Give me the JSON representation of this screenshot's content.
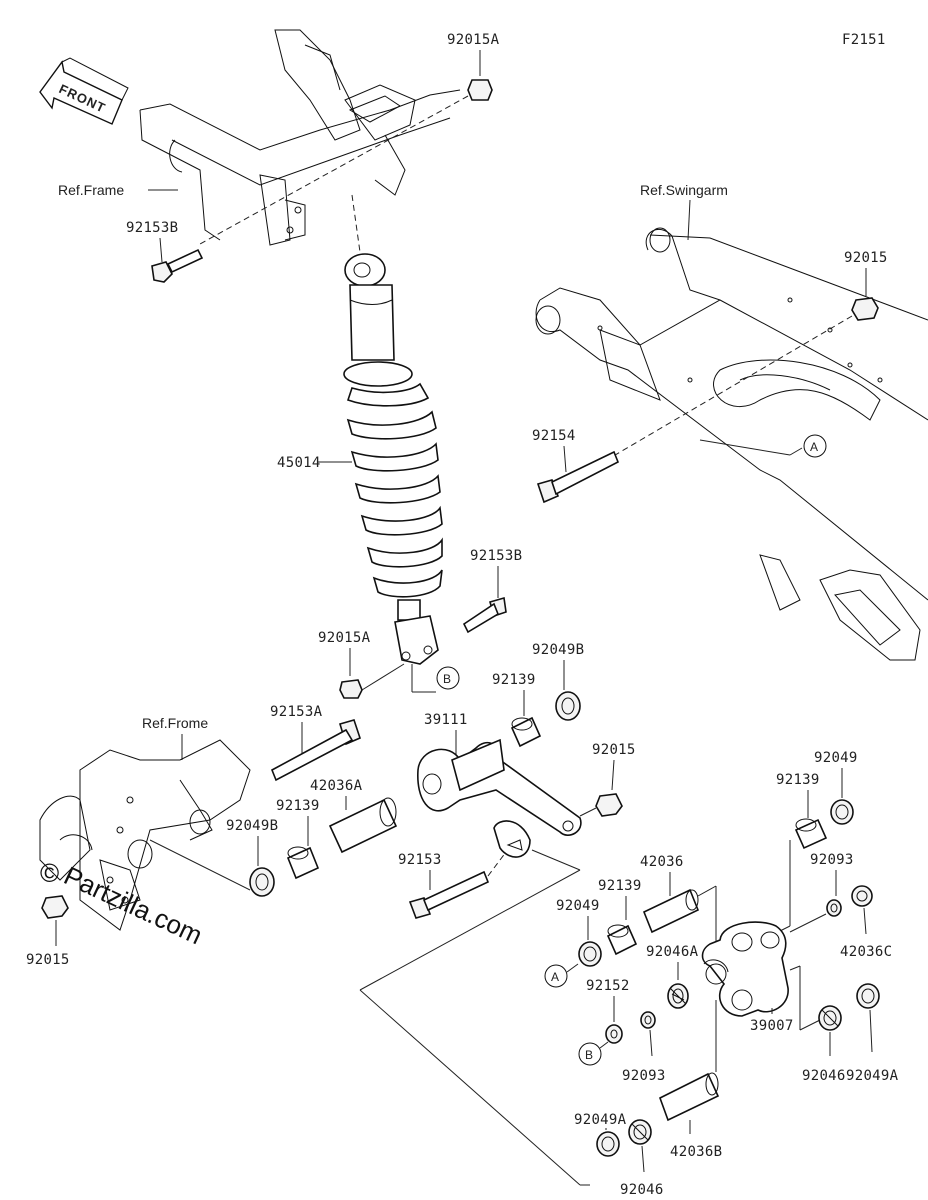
{
  "figure_code": "F2151",
  "front_label": "FRONT",
  "refs": {
    "frame_top": "Ref.Frame",
    "frame_bottom": "Ref.Frome",
    "swingarm": "Ref.Swingarm"
  },
  "watermark": {
    "copyright_symbol": "©",
    "text": "Partzilla.com"
  },
  "markers": [
    "A",
    "B"
  ],
  "parts": {
    "p_92015A_top": "92015A",
    "p_92153B_top": "92153B",
    "p_45014": "45014",
    "p_92015_swing": "92015",
    "p_92154": "92154",
    "p_92153B_mid": "92153B",
    "p_92015A_mid": "92015A",
    "p_92049B_right": "92049B",
    "p_92139_upper": "92139",
    "p_39111": "39111",
    "p_92153A": "92153A",
    "p_92015_link": "92015",
    "p_42036A": "42036A",
    "p_92139_left": "92139",
    "p_92049B_left": "92049B",
    "p_92015_left": "92015",
    "p_92153": "92153",
    "p_92049_right": "92049",
    "p_92139_right": "92139",
    "p_92093_right": "92093",
    "p_42036C": "42036C",
    "p_42036": "42036",
    "p_92139_center": "92139",
    "p_92049_center": "92049",
    "p_92046A": "92046A",
    "p_92152": "92152",
    "p_92093_center": "92093",
    "p_39007": "39007",
    "p_92046_right": "92046",
    "p_92049A_right": "92049A",
    "p_92049A_bottom": "92049A",
    "p_42036B": "42036B",
    "p_92046_bottom": "92046"
  }
}
